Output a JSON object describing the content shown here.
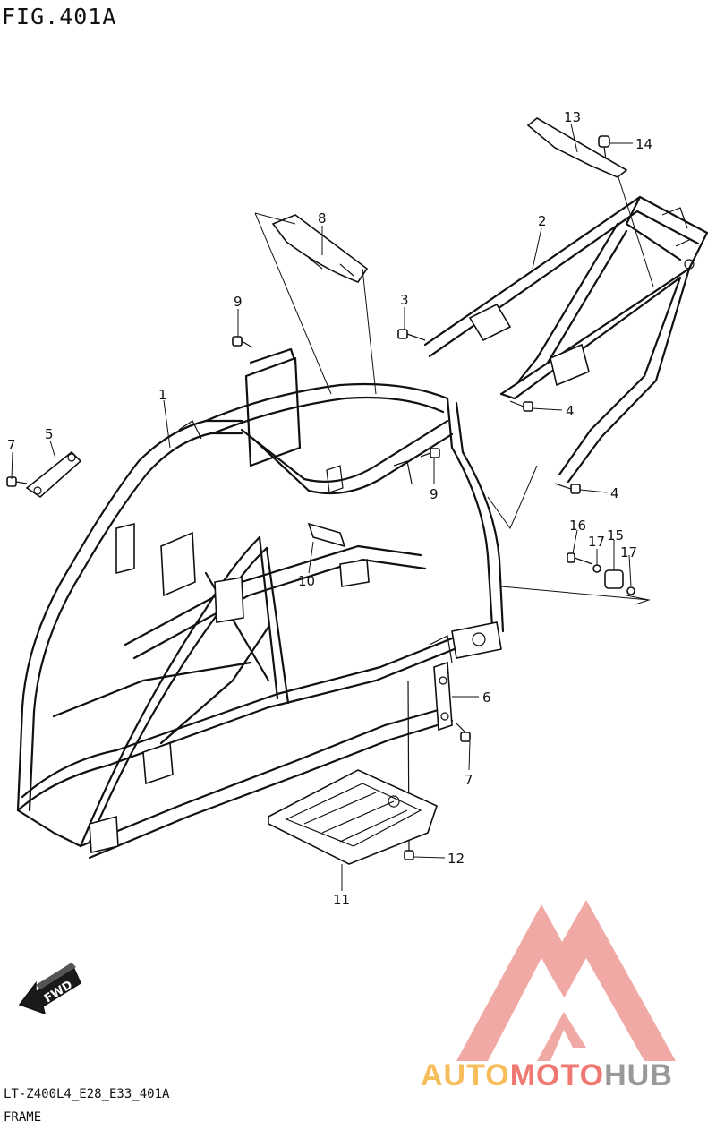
{
  "figure_title": "FIG.401A",
  "model_code": "LT-Z400L4_E28_E33_401A",
  "caption": "FRAME",
  "direction_badge": "FWD",
  "watermark": {
    "text_part1": "AUTO",
    "text_part2": "MOTO",
    "text_part3": "HUB",
    "color_orange": "#f5a623",
    "color_red": "#e8574f",
    "color_gray": "#8a8a8a"
  },
  "callouts": {
    "c1": "1",
    "c2": "2",
    "c3": "3",
    "c4a": "4",
    "c4b": "4",
    "c5": "5",
    "c6": "6",
    "c7a": "7",
    "c7b": "7",
    "c8": "8",
    "c9a": "9",
    "c9b": "9",
    "c10": "10",
    "c11": "11",
    "c12": "12",
    "c13": "13",
    "c14": "14",
    "c15": "15",
    "c16": "16",
    "c17a": "17",
    "c17b": "17"
  }
}
